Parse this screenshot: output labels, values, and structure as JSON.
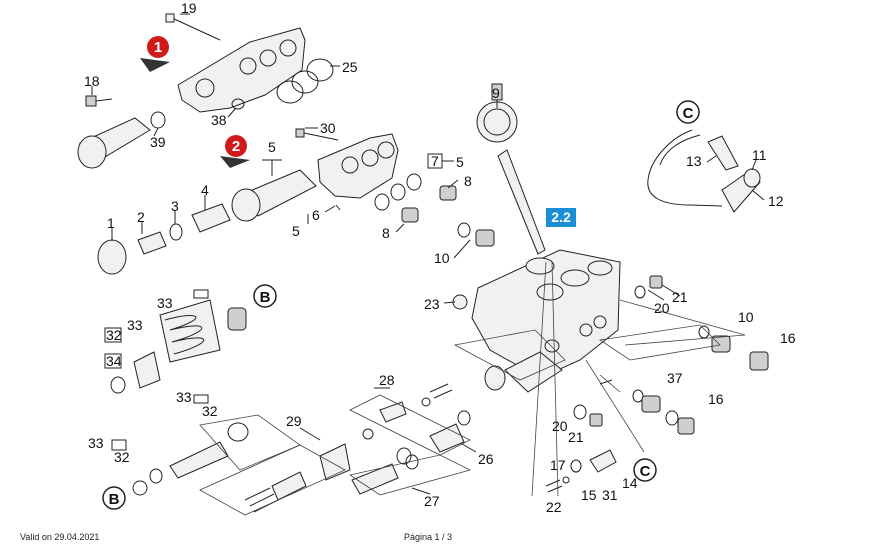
{
  "labels": [
    "19",
    "25",
    "18",
    "38",
    "39",
    "30",
    "5",
    "4",
    "3",
    "2",
    "1",
    "7",
    "5",
    "8",
    "6",
    "5",
    "8",
    "10",
    "9",
    "2.2",
    "13",
    "11",
    "12",
    "23",
    "20",
    "21",
    "10",
    "16",
    "33",
    "33",
    "32",
    "34",
    "37",
    "16",
    "28",
    "29",
    "33",
    "32",
    "33",
    "32",
    "20",
    "21",
    "26",
    "17",
    "15",
    "31",
    "14",
    "22",
    "27"
  ],
  "markers": {
    "step1": "1",
    "step2": "2",
    "ref_b": "B",
    "ref_c": "C"
  },
  "highlight_color": "#1a8fd6",
  "accent_red": "#d21a1a",
  "footer": {
    "valid": "Valid on 29.04.2021",
    "page": "Página 1 / 3"
  }
}
